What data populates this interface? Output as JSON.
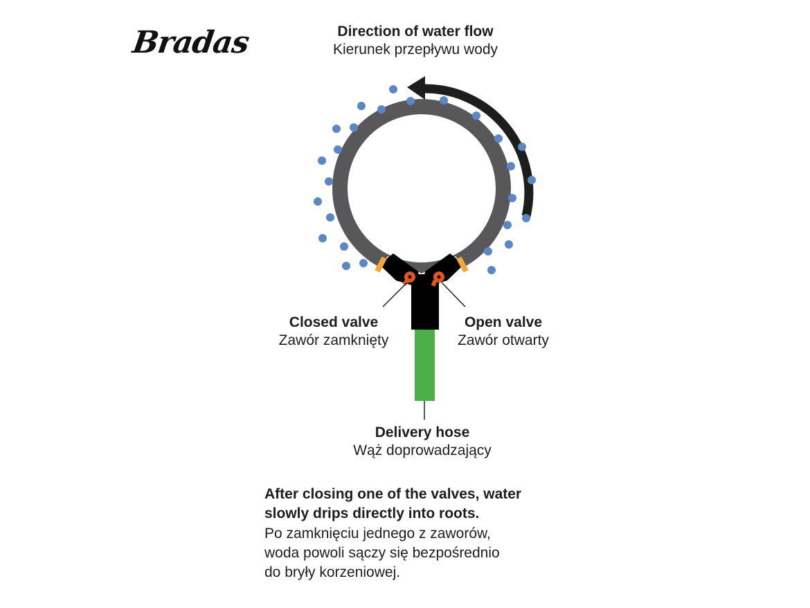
{
  "brand": {
    "logo_text": "Bradas"
  },
  "labels": {
    "flow": {
      "en": "Direction of water flow",
      "pl": "Kierunek przepływu wody"
    },
    "closed_valve": {
      "en": "Closed valve",
      "pl": "Zawór zamknięty"
    },
    "open_valve": {
      "en": "Open valve",
      "pl": "Zawór otwarty"
    },
    "delivery_hose": {
      "en": "Delivery hose",
      "pl": "Wąż doprowadzający"
    }
  },
  "note": {
    "en_line1": "After closing one of the valves, water",
    "en_line2": "slowly drips directly into roots.",
    "pl_line1": "Po zamknięciu jednego z zaworów,",
    "pl_line2": "woda powoli sączy się bezpośrednio",
    "pl_line3": "do bryły korzeniowej."
  },
  "colors": {
    "ring": "#58585a",
    "drop": "#5b87c5",
    "connector": "#000000",
    "collar": "#f3a73b",
    "valve": "#e2561f",
    "hose": "#4caf4a",
    "arrow": "#1d1d1b"
  }
}
